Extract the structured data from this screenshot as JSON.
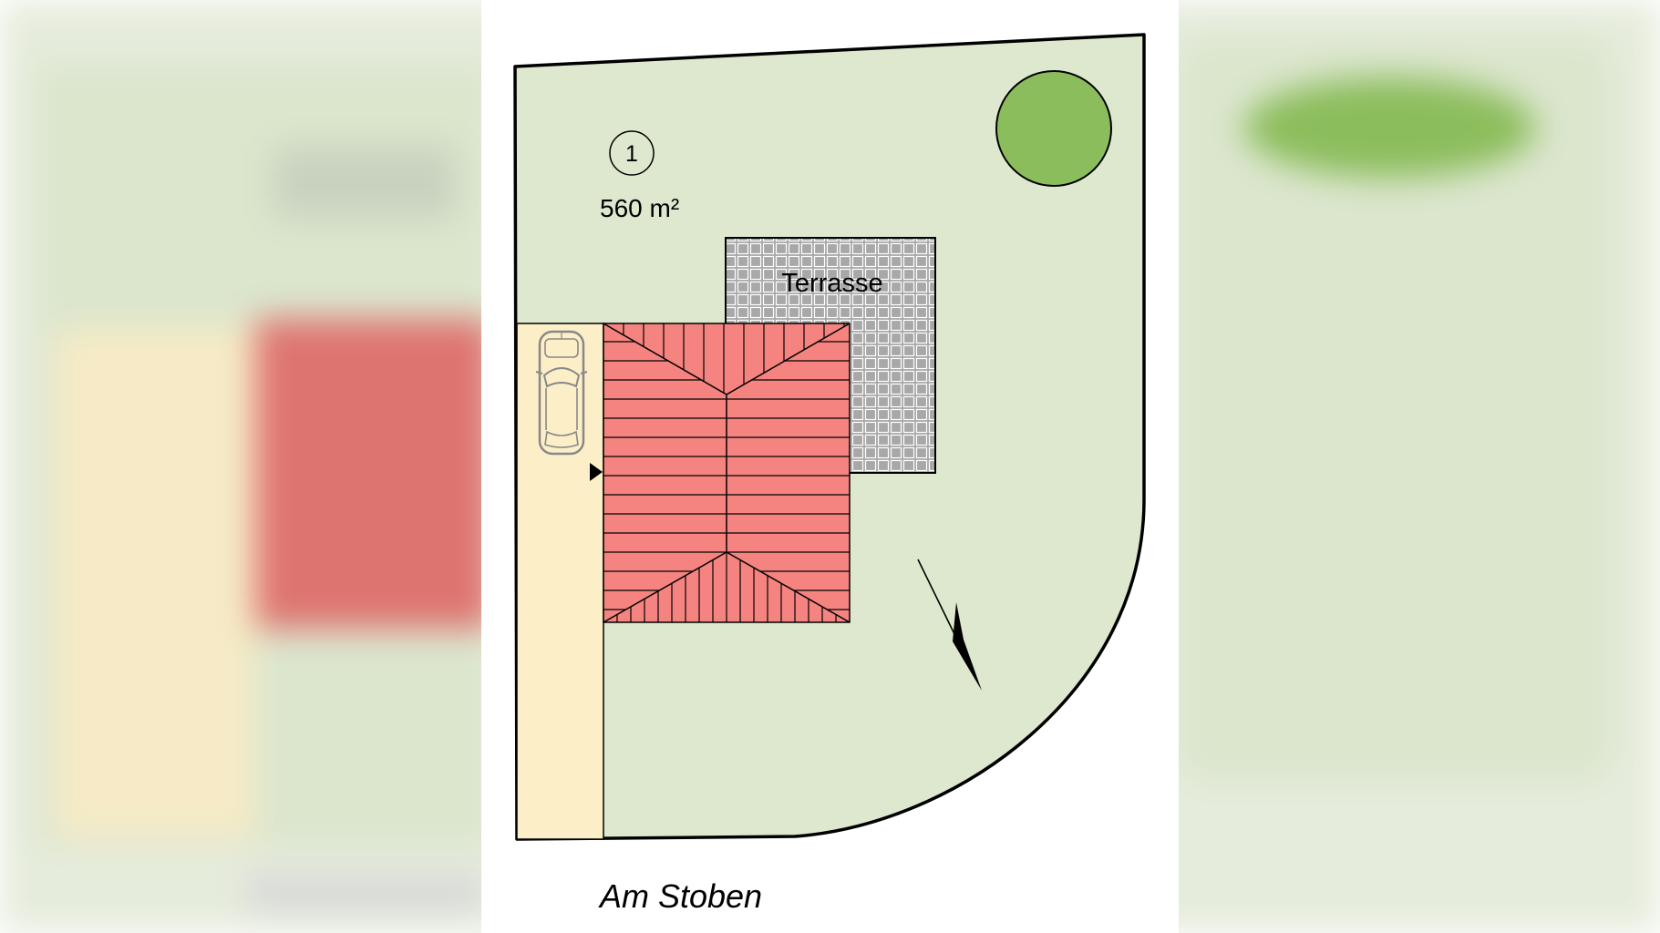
{
  "plan": {
    "lot_number": "1",
    "lot_area": "560 m²",
    "terrace_label": "Terrasse",
    "street_name": "Am Stoben"
  },
  "colors": {
    "lawn": "#dde8cf",
    "driveway": "#fcefc8",
    "roof": "#f58480",
    "terrace": "#a8a8a8",
    "tree": "#8cbd5c",
    "outline": "#000000",
    "blur_roof": "#de7470",
    "blur_lawn": "#dbe6cd",
    "blur_driveway": "#f6ebc6"
  },
  "icons": [
    "car-icon",
    "entrance-arrow-icon",
    "north-arrow-icon",
    "tree-icon"
  ]
}
